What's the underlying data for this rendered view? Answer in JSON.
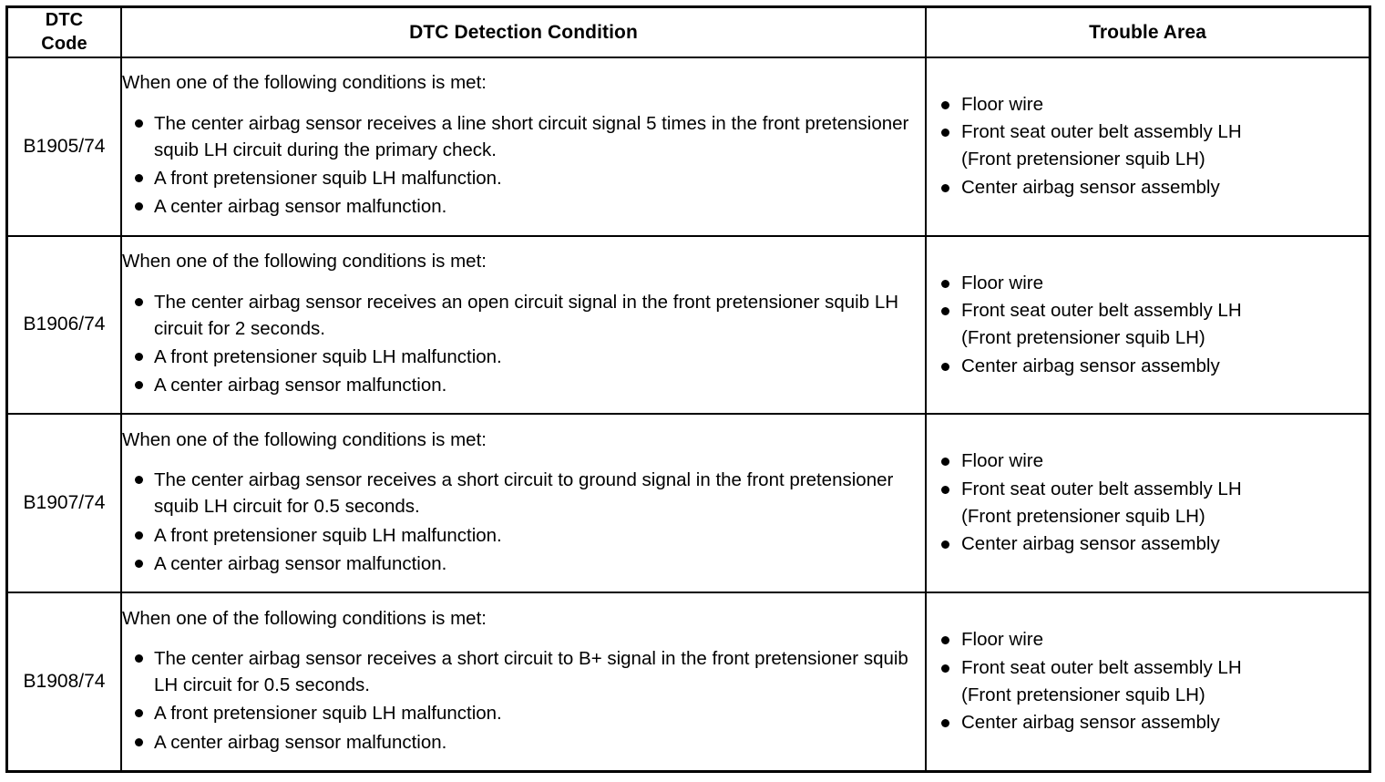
{
  "table": {
    "headers": {
      "code": "DTC\nCode",
      "code_line1": "DTC",
      "code_line2": "Code",
      "condition": "DTC Detection Condition",
      "trouble_area": "Trouble Area"
    },
    "rows": [
      {
        "code": "B1905/74",
        "condition_intro": "When one of the following conditions is met:",
        "condition_bullets": [
          "The center airbag sensor receives a line short circuit signal 5 times in the front pretensioner squib LH circuit during the primary check.",
          "A front pretensioner squib LH malfunction.",
          "A center airbag sensor malfunction."
        ],
        "trouble_area": [
          {
            "text": "Floor wire",
            "sub": ""
          },
          {
            "text": "Front seat outer belt assembly LH",
            "sub": "(Front pretensioner squib LH)"
          },
          {
            "text": "Center airbag sensor assembly",
            "sub": ""
          }
        ]
      },
      {
        "code": "B1906/74",
        "condition_intro": "When one of the following conditions is met:",
        "condition_bullets": [
          "The center airbag sensor receives an open circuit signal in the front pretensioner squib LH circuit for 2 seconds.",
          "A front pretensioner squib LH malfunction.",
          "A center airbag sensor malfunction."
        ],
        "trouble_area": [
          {
            "text": "Floor wire",
            "sub": ""
          },
          {
            "text": "Front seat outer belt assembly LH",
            "sub": "(Front pretensioner squib LH)"
          },
          {
            "text": "Center airbag sensor assembly",
            "sub": ""
          }
        ]
      },
      {
        "code": "B1907/74",
        "condition_intro": "When one of the following conditions is met:",
        "condition_bullets": [
          "The center airbag sensor receives a short circuit to ground signal in the front pretensioner squib LH circuit for 0.5 seconds.",
          "A front pretensioner squib LH malfunction.",
          "A center airbag sensor malfunction."
        ],
        "trouble_area": [
          {
            "text": "Floor wire",
            "sub": ""
          },
          {
            "text": "Front seat outer belt assembly LH",
            "sub": "(Front pretensioner squib LH)"
          },
          {
            "text": "Center airbag sensor assembly",
            "sub": ""
          }
        ]
      },
      {
        "code": "B1908/74",
        "condition_intro": "When one of the following conditions is met:",
        "condition_bullets": [
          "The center airbag sensor receives a short circuit to B+ signal in the front pretensioner squib LH circuit for 0.5 seconds.",
          "A front pretensioner squib LH malfunction.",
          "A center airbag sensor malfunction."
        ],
        "trouble_area": [
          {
            "text": "Floor wire",
            "sub": ""
          },
          {
            "text": "Front seat outer belt assembly LH",
            "sub": "(Front pretensioner squib LH)"
          },
          {
            "text": "Center airbag sensor assembly",
            "sub": ""
          }
        ]
      }
    ]
  },
  "colors": {
    "border": "#000000",
    "text": "#000000",
    "background": "#ffffff"
  }
}
